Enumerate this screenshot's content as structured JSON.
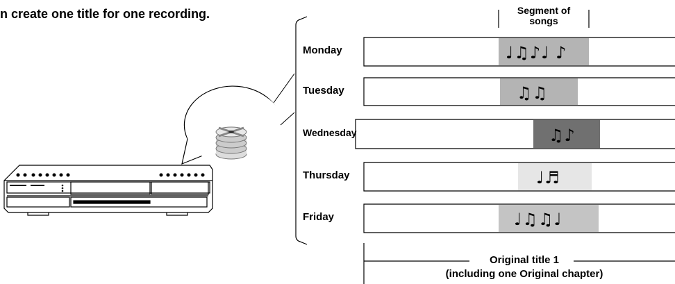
{
  "heading": "n create one title for one recording.",
  "segment_label": {
    "line1": "Segment of",
    "line2": "songs"
  },
  "days": [
    {
      "label": "Monday",
      "notes": "♩♫♪♩ ♪",
      "segment_color": "#b4b4b4"
    },
    {
      "label": "Tuesday",
      "notes": "♫♫",
      "segment_color": "#b4b4b4"
    },
    {
      "label": "Wednesday",
      "notes": "♫♪",
      "segment_color": "#707070"
    },
    {
      "label": "Thursday",
      "notes": "♩♬",
      "segment_color": "#e6e6e6"
    },
    {
      "label": "Friday",
      "notes": "♩♫♫♩",
      "segment_color": "#c4c4c4"
    }
  ],
  "original_title": {
    "line1": "Original title 1",
    "line2": "(including one Original chapter)"
  },
  "icons": [
    "dvd-recorder-icon",
    "disc-stack-icon"
  ],
  "colors": {
    "line": "#000000",
    "background": "#ffffff"
  }
}
